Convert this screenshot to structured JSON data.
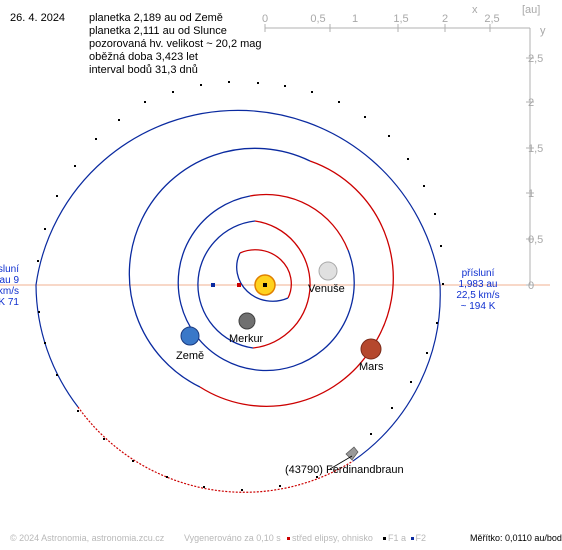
{
  "date": "26. 4. 2024",
  "info": [
    "planetka 2,189 au od Země",
    "planetka 2,111 au od Slunce",
    "pozorovaná hv. velikost ~ 20,2 mag",
    "oběžná doba 3,423 let",
    "interval bodů 31,3 dnů"
  ],
  "axis": {
    "unit": "[au]",
    "x_label": "x",
    "y_label": "y",
    "x_ticks": [
      "0",
      "0,5",
      "1",
      "1,5",
      "2",
      "2,5"
    ],
    "y_ticks": [
      "2,5",
      "2",
      "1,5",
      "1",
      "0,5",
      "0"
    ]
  },
  "perihelion_right": [
    "přísluní",
    "1,983 au",
    "22,5 km/s",
    "~ 194 K"
  ],
  "aphelion_left": [
    "ísluní",
    "9 au",
    "km/s",
    "71 K"
  ],
  "planets": [
    {
      "name": "Venuše",
      "color": "#d8d8d8"
    },
    {
      "name": "Merkur",
      "color": "#6a6a6a"
    },
    {
      "name": "Země",
      "color": "#3a78c8"
    },
    {
      "name": "Mars",
      "color": "#b5482d"
    }
  ],
  "asteroid_label": "(43790) Ferdinandbraun",
  "footer": {
    "copyright": "© 2024 Astronomia, astronomia.zcu.cz",
    "generated": "Vygenerováno za 0,10 s",
    "legend_center": "střed elipsy, ohnisko",
    "legend_f1": "F1 a",
    "legend_f2": "F2",
    "scale": "Měřítko: 0,0110 au/bod"
  },
  "colors": {
    "orbit_red": "#cc0000",
    "orbit_blue": "#0a2aa0",
    "axis_grey": "#b0b0b0",
    "sun": "#ffd21f",
    "apsides_line": "#f0b090"
  }
}
